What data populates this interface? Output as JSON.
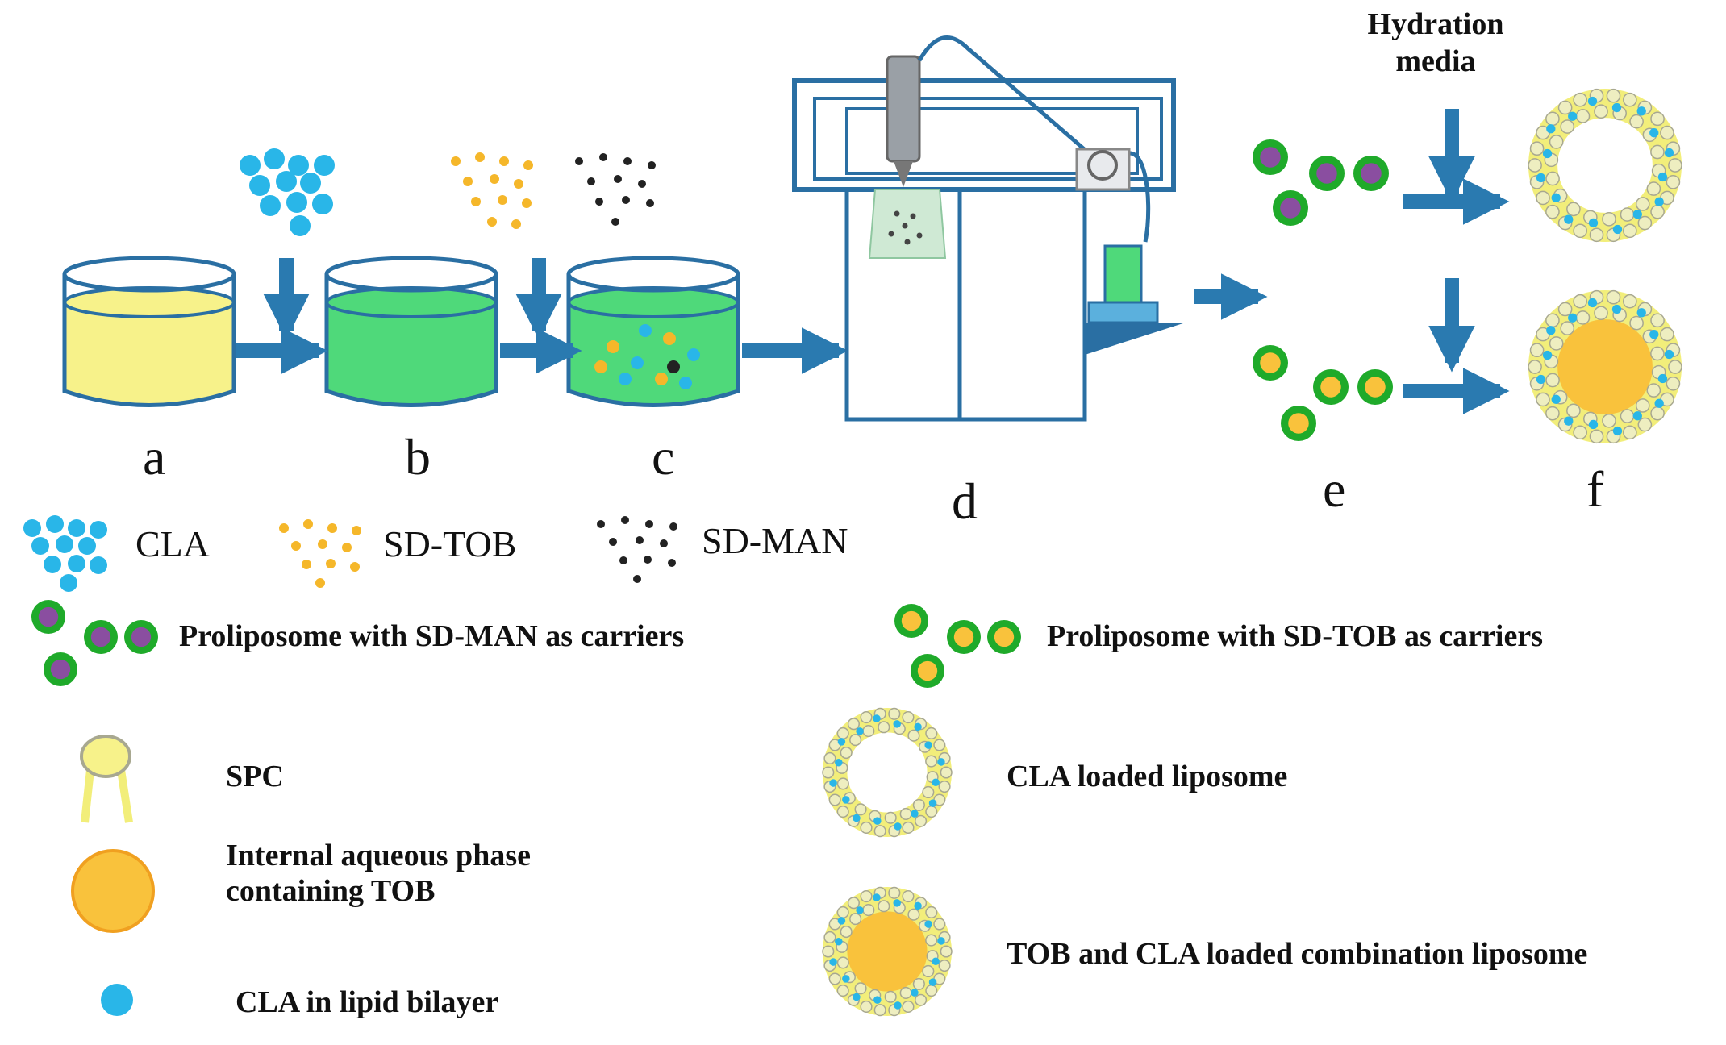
{
  "steps": {
    "a": "a",
    "b": "b",
    "c": "c",
    "d": "d",
    "e": "e",
    "f": "f"
  },
  "hydration_label": "Hydration\nmedia",
  "legend": {
    "cla": "CLA",
    "sd_tob": "SD-TOB",
    "sd_man": "SD-MAN",
    "proliposome_man": "Proliposome with SD-MAN as carriers",
    "proliposome_tob": "Proliposome with SD-TOB as carriers",
    "spc": "SPC",
    "internal_phase": "Internal aqueous phase\ncontaining TOB",
    "cla_bilayer": "CLA in lipid bilayer",
    "cla_liposome": "CLA loaded liposome",
    "combo_liposome": "TOB and CLA loaded combination liposome"
  },
  "colors": {
    "arrow": "#2a7ab0",
    "cla": "#29b6e8",
    "tob": "#f5b72a",
    "man": "#222222",
    "yellow_solution": "#f7f28a",
    "green_solution": "#4fd97a",
    "green_shell": "#1faa2a",
    "purple_core": "#8a4ea0",
    "orange_core": "#f9c23c",
    "lipid_head": "#eeeec0",
    "apparatus": "#2a6fa3"
  }
}
